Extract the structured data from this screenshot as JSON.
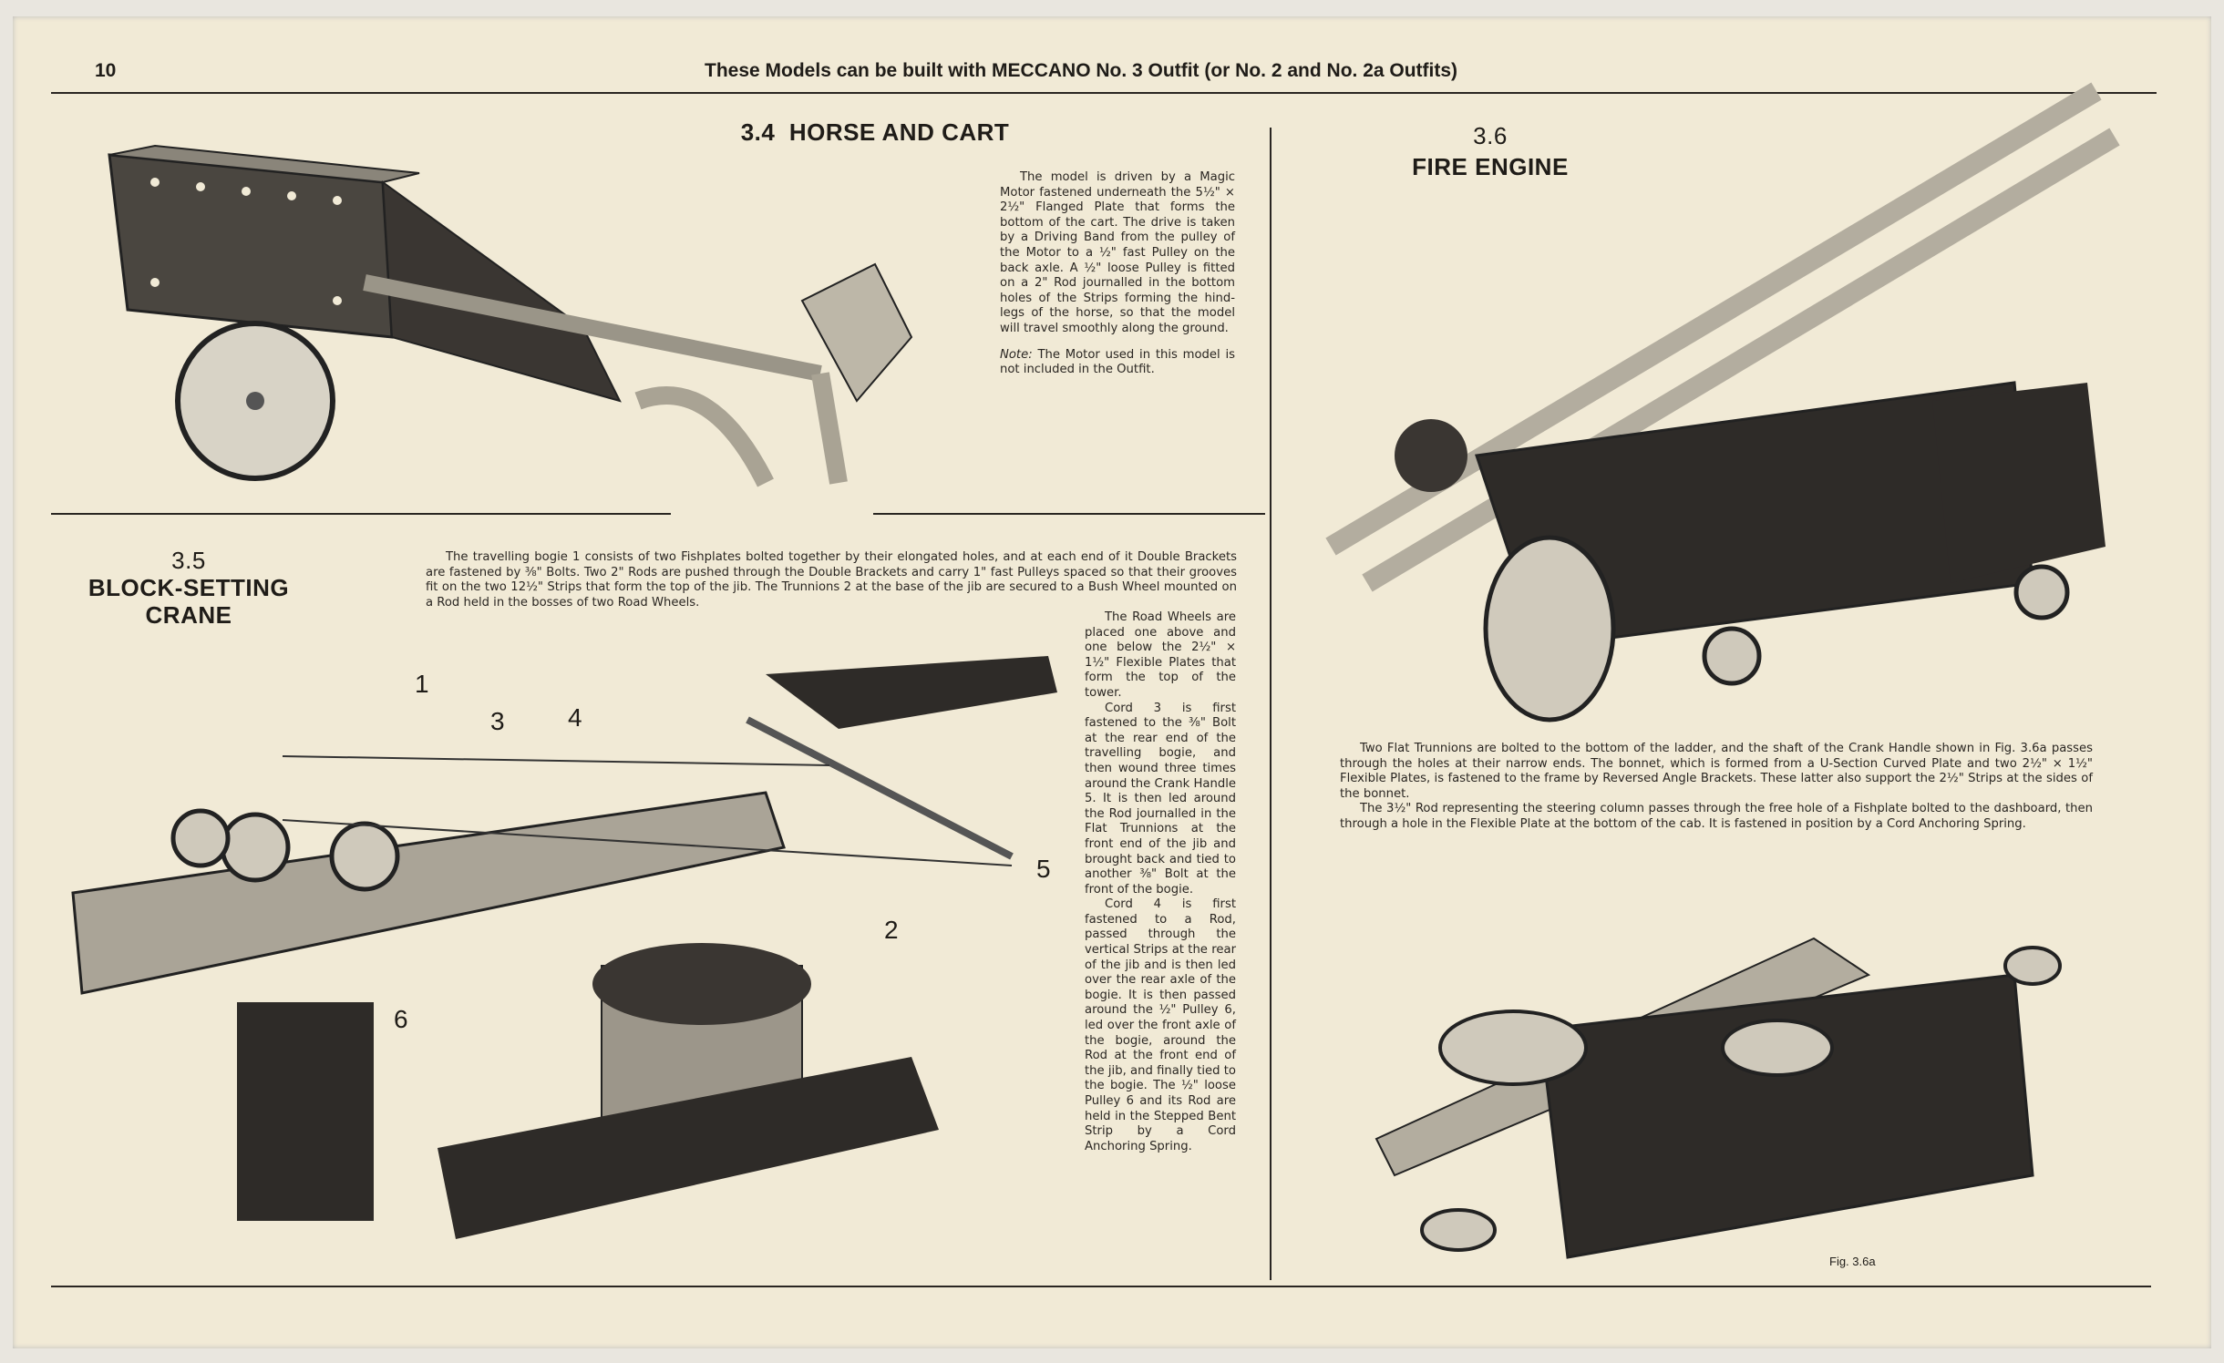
{
  "header": {
    "page_number": "10",
    "running_title": "These Models can be built with MECCANO No. 3 Outfit (or No. 2 and No. 2a Outfits)"
  },
  "horse_cart": {
    "number": "3.4",
    "title": "HORSE AND CART",
    "text": "The model is driven by a Magic Motor fastened underneath the 5½\" × 2½\" Flanged Plate that forms the bottom of the cart. The drive is taken by a Driving Band from the pulley of the Motor to a ½\" fast Pulley on the back axle. A ½\" loose Pulley is fitted on a 2\" Rod journalled in the bottom holes of the Strips forming the hind-legs of the horse, so that the model will travel smoothly along the ground.",
    "note_label": "Note:",
    "note": "The Motor used in this model is not included in the Outfit."
  },
  "crane": {
    "number": "3.5",
    "title_line1": "BLOCK-SETTING",
    "title_line2": "CRANE",
    "text1": "The travelling bogie 1 consists of two Fishplates bolted together by their elongated holes, and at each end of it Double Brackets are fastened by ⅜\" Bolts. Two 2\" Rods are pushed through the Double Brackets and carry 1\" fast Pulleys spaced so that their grooves fit on the two 12½\" Strips that form the top of the jib. The Trunnions 2 at the base of the jib are secured to a Bush Wheel mounted on a Rod held in the bosses of two Road Wheels.",
    "text2": "The Road Wheels are placed one above and one below the 2½\" × 1½\" Flexible Plates that form the top of the tower.",
    "text3": "Cord 3 is first fastened to the ⅜\" Bolt at the rear end of the travelling bogie, and then wound three times around the Crank Handle 5. It is then led around the Rod journalled in the Flat Trunnions at the front end of the jib and brought back and tied to another ⅜\" Bolt at the front of the bogie.",
    "text4": "Cord 4 is first fastened to a Rod, passed through the vertical Strips at the rear of the jib and is then led over the rear axle of the bogie. It is then passed around the ½\" Pulley 6, led over the front axle of the bogie, around the Rod at the front end of the jib, and finally tied to the bogie. The ½\" loose Pulley 6 and its Rod are held in the Stepped Bent Strip by a Cord Anchoring Spring.",
    "callouts": [
      "1",
      "3",
      "4",
      "5",
      "2",
      "6"
    ]
  },
  "fire_engine": {
    "number": "3.6",
    "title": "FIRE ENGINE",
    "text1": "Two Flat Trunnions are bolted to the bottom of the ladder, and the shaft of the Crank Handle shown in Fig. 3.6a passes through the holes at their narrow ends. The bonnet, which is formed from a U-Section Curved Plate and two 2½\" × 1½\" Flexible Plates, is fastened to the frame by Reversed Angle Brackets. These latter also support the 2½\" Strips at the sides of the bonnet.",
    "text2": "The 3½\" Rod representing the steering column passes through the free hole of a Fishplate bolted to the dashboard, then through a hole in the Flexible Plate at the bottom of the cab. It is fastened in position by a Cord Anchoring Spring.",
    "fig_label": "Fig. 3.6a"
  }
}
